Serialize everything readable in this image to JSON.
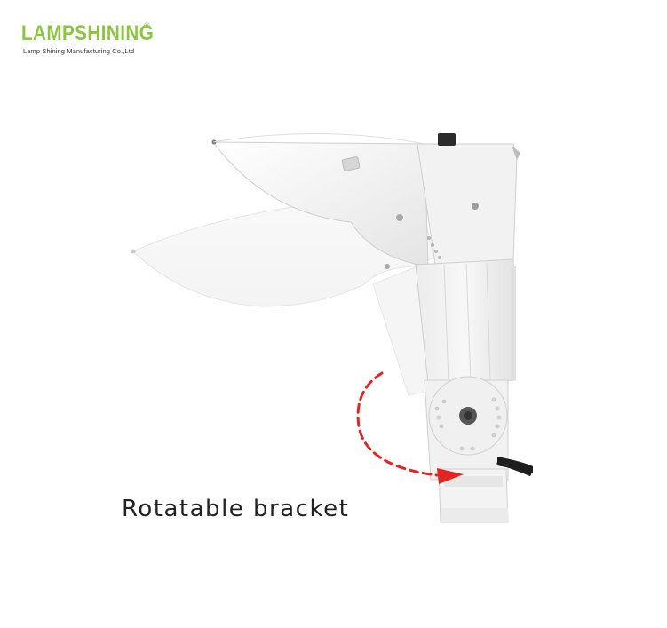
{
  "brand": {
    "name": "LAMPSHINING",
    "registered_mark": "®",
    "tagline": "Lamp Shining Manufacturing Co.,Ltd",
    "color": "#8cc63f"
  },
  "product_image": {
    "arrow_color": "#e52420",
    "icon": "flood-light-rotation-illustration"
  },
  "caption": {
    "text": "Rotatable bracket"
  }
}
